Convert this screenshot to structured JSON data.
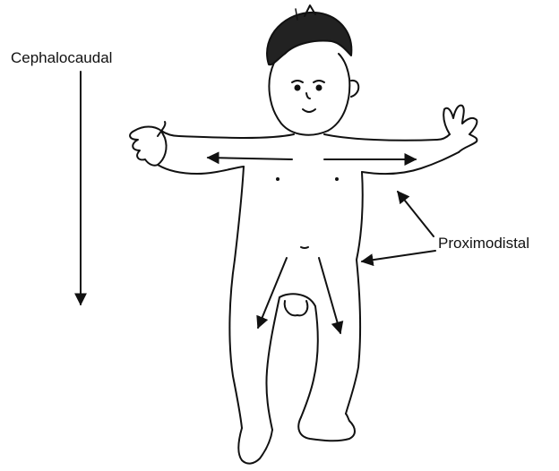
{
  "labels": {
    "cephalocaudal": "Cephalocaudal",
    "proximodistal": "Proximodistal"
  },
  "colors": {
    "ink": "#111111",
    "background": "#ffffff"
  },
  "figure": {
    "subject": "standing-infant-line-drawing"
  }
}
